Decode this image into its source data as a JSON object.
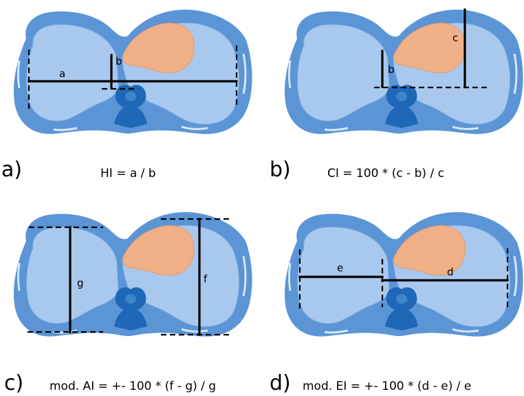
{
  "colors": {
    "body_outer": "#5b95d6",
    "body_inner": "#a9c8ee",
    "heart": "#f0b087",
    "heart_edge": "#e49a6c",
    "spine": "#1f68b8",
    "spine_light": "#3f84cc",
    "highlight": "#d7e6f7"
  },
  "panels": [
    {
      "letter": "a)",
      "formula": "HI = a / b",
      "labels": [
        "a",
        "b"
      ]
    },
    {
      "letter": "b)",
      "formula": "CI = 100 * (c - b) / c",
      "labels": [
        "c",
        "b"
      ]
    },
    {
      "letter": "c)",
      "formula": "mod. AI = +- 100 * (f - g) / g",
      "labels": [
        "g",
        "f"
      ]
    },
    {
      "letter": "d)",
      "formula": "mod. EI = +- 100 * (d - e) / e",
      "labels": [
        "e",
        "d"
      ]
    }
  ]
}
